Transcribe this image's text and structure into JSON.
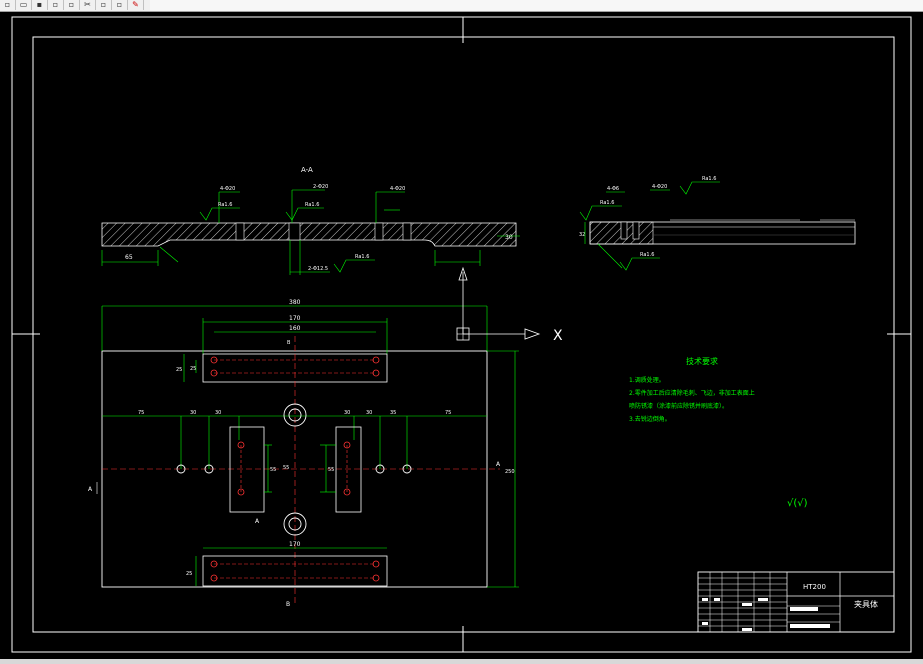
{
  "toolbar": {
    "buttons": [
      "",
      "",
      "",
      "",
      "",
      "",
      "",
      "",
      ""
    ]
  },
  "drawing": {
    "section_label": "A-A",
    "labels_top": [
      "4-Φ20",
      "2-Φ20",
      "4-Φ20"
    ],
    "roughness_labels": [
      "Ra1.6",
      "Ra1.6",
      "Ra1.6",
      "Ra1.6"
    ],
    "dim_bottom_left": "65",
    "dim_bottom_mid": "2-Φ12.5",
    "dim_plate_height": "30",
    "side_labels": [
      "4-Φ6",
      "4-Φ20",
      "Ra1.6",
      "Ra1.6",
      "Ra1.6"
    ],
    "side_dim": "32",
    "dim_total_width": "380",
    "dim_170_top": "170",
    "dim_160": "160",
    "dim_170_bottom": "170",
    "dim_b_top": "B",
    "dim_b_bottom": "B",
    "dim_a_left": "A",
    "dim_a_right": "A",
    "dim_a_mid": "A",
    "dims_row": [
      "75",
      "30",
      "30",
      "30",
      "30",
      "35",
      "75"
    ],
    "dim_left_small": [
      "25",
      "25"
    ],
    "dim_slot": [
      "55",
      "55",
      "55"
    ],
    "dim_right_height": "250",
    "dim_bottom_left_small": "25",
    "ucs_x_label": "X",
    "tech_title": "技术要求",
    "tech_lines": [
      "1.调质处理。",
      "2.零件加工后应清除毛刺、飞边，非加工表面上",
      "喷防锈漆（涂漆前应除锈并刷底漆）。",
      "3.去锐边倒角。"
    ],
    "roughness_general": "√(√)",
    "title_material": "HT200",
    "title_name": "夹具体"
  }
}
